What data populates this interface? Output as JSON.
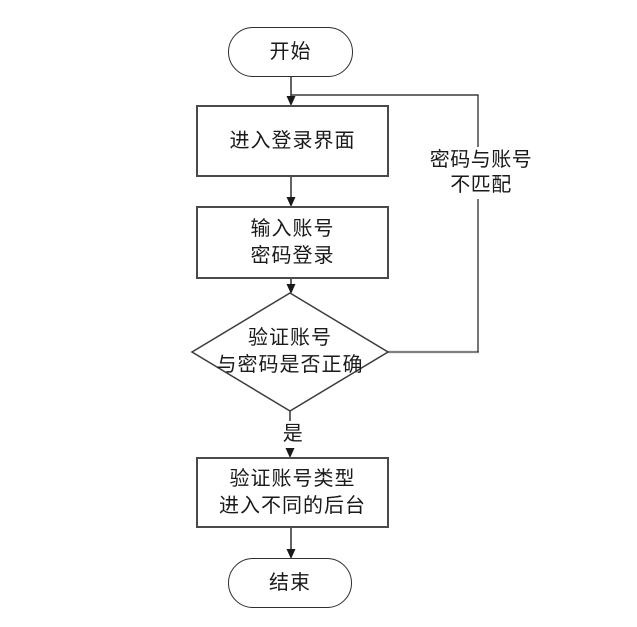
{
  "diagram": {
    "type": "flowchart",
    "background": "#ffffff",
    "line_color": "#3c3c3c",
    "gray_line_color": "#808080",
    "arrow_color": "#1a1a1a",
    "text_color": "#1a1a1a",
    "nodes": {
      "start": {
        "type": "terminator",
        "label": "开始"
      },
      "enter_login": {
        "type": "process",
        "label": "进入登录界面"
      },
      "input_credentials": {
        "type": "process",
        "label": "输入账号\n密码登录"
      },
      "verify_credentials": {
        "type": "decision",
        "label": "验证账号\n与密码是否正确"
      },
      "verify_account_type": {
        "type": "process",
        "label": "验证账号类型\n进入不同的后台"
      },
      "end": {
        "type": "terminator",
        "label": "结束"
      }
    },
    "edge_labels": {
      "yes": "是",
      "mismatch": "密码与账号\n不匹配"
    }
  }
}
